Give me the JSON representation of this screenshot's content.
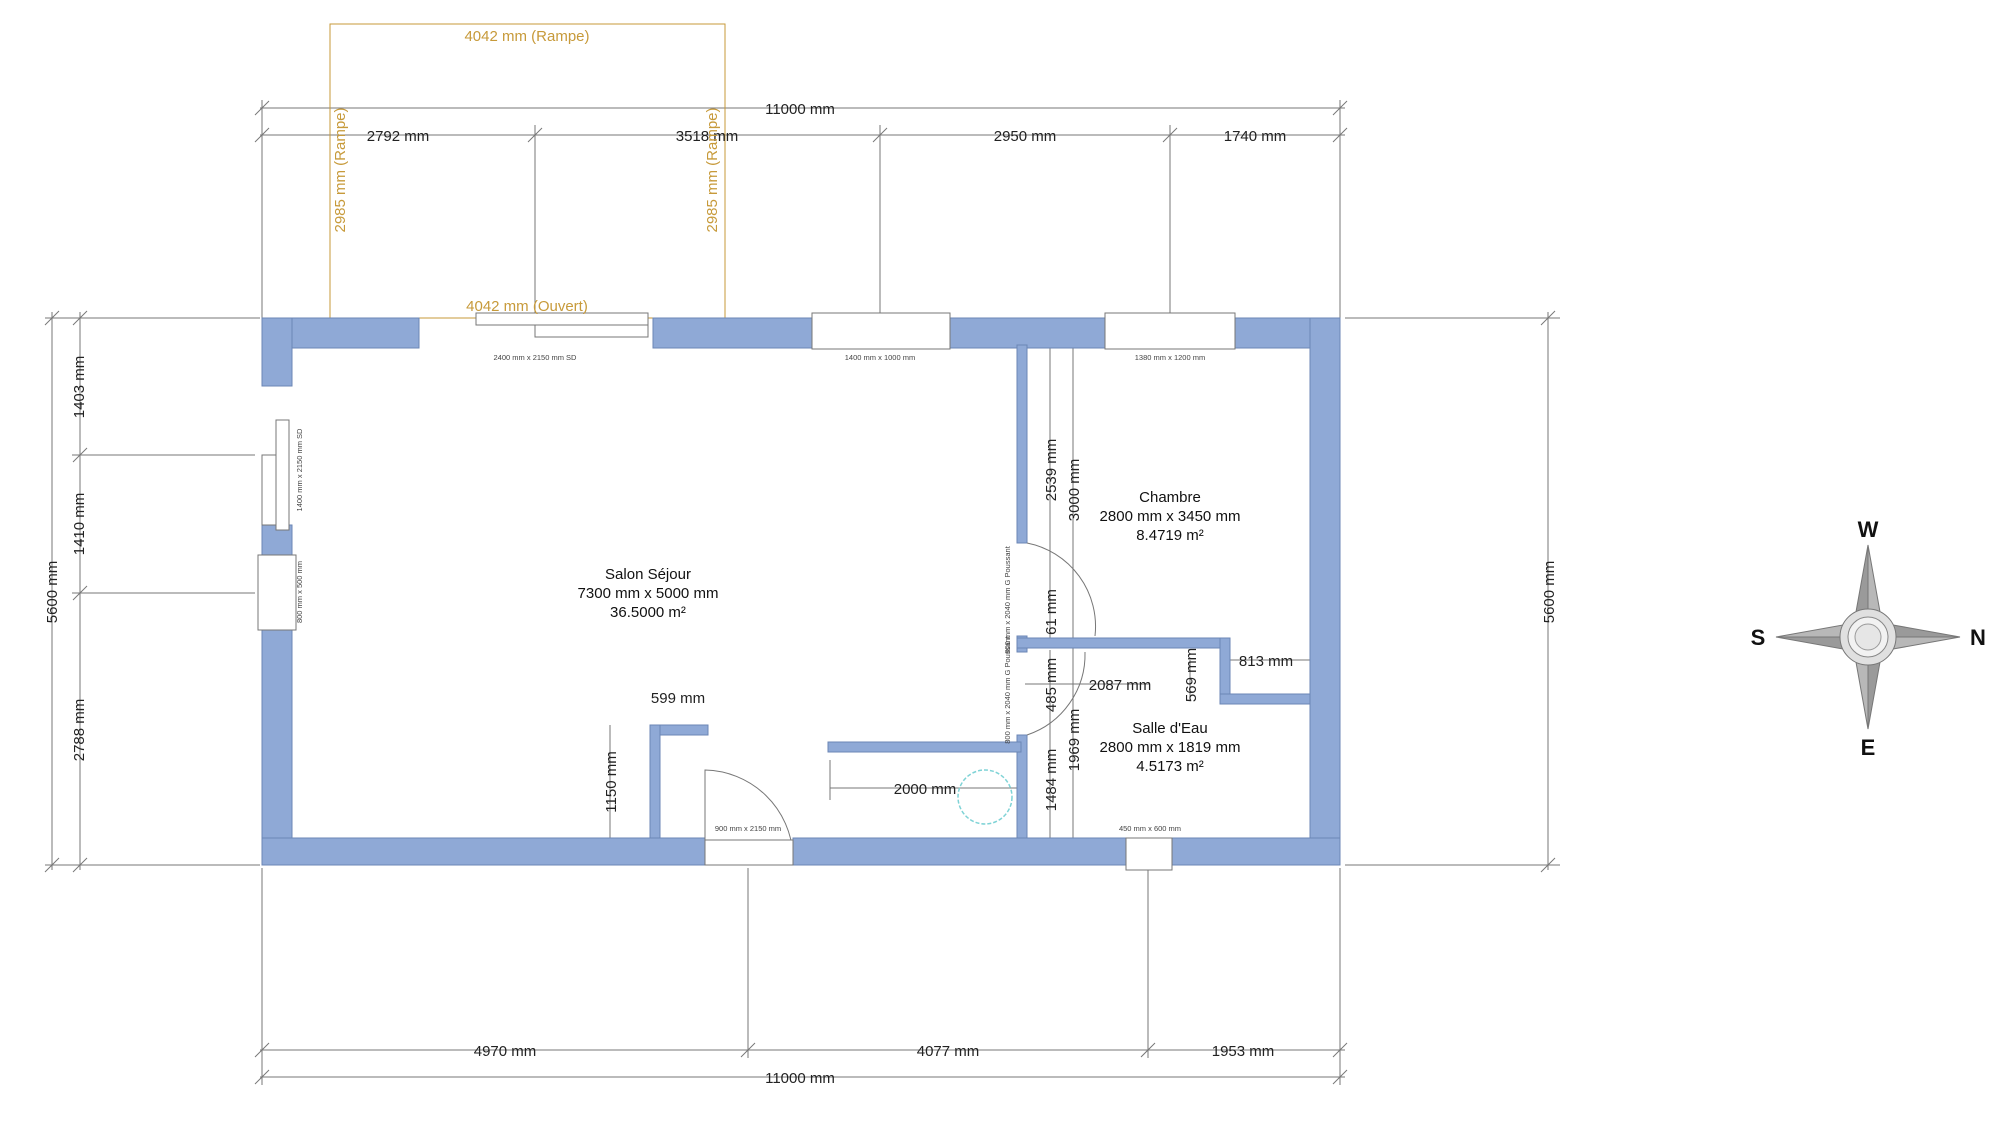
{
  "dimensions": {
    "top_total": "11000 mm",
    "top_seg_1": "2792 mm",
    "top_seg_2": "3518 mm",
    "top_seg_3": "2950 mm",
    "top_seg_4": "1740 mm",
    "bottom_seg_1": "4970 mm",
    "bottom_seg_2": "4077 mm",
    "bottom_seg_3": "1953 mm",
    "bottom_total": "11000 mm",
    "left_total": "5600 mm",
    "left_seg_1": "1403 mm",
    "left_seg_2": "1410 mm",
    "left_seg_3": "2788 mm",
    "right_total": "5600 mm",
    "inner_2539": "2539 mm",
    "inner_3000": "3000 mm",
    "inner_61": "61 mm",
    "inner_485": "485 mm",
    "inner_2087": "2087 mm",
    "inner_569": "569 mm",
    "inner_813": "813 mm",
    "inner_1484": "1484 mm",
    "inner_1969": "1969 mm",
    "inner_599": "599 mm",
    "inner_1150": "1150 mm",
    "inner_2000": "2000 mm"
  },
  "openings": {
    "top_1": "2400 mm x 2150 mm SD",
    "top_2": "1400 mm x 1000 mm",
    "top_3": "1380 mm x 1200 mm",
    "left_1": "1400 mm x 2150 mm SD",
    "left_2": "800 mm x 500 mm",
    "bottom_door": "900 mm x 2150 mm",
    "bottom_window": "450 mm x 600 mm",
    "inner_door_1": "800 mm x 2040 mm G Poussant",
    "inner_door_2": "800 mm x 2040 mm G Poussant"
  },
  "terrace": {
    "top": "4042 mm (Rampe)",
    "bottom": "4042 mm (Ouvert)",
    "left": "2985 mm (Rampe)",
    "right": "2985 mm (Rampe)"
  },
  "rooms": {
    "salon": {
      "name": "Salon Séjour",
      "size": "7300 mm x 5000 mm",
      "area": "36.5000 m²"
    },
    "chambre": {
      "name": "Chambre",
      "size": "2800 mm x 3450 mm",
      "area": "8.4719 m²"
    },
    "salle": {
      "name": "Salle d'Eau",
      "size": "2800 mm x 1819 mm",
      "area": "4.5173 m²"
    }
  },
  "compass": {
    "north": "N",
    "south": "S",
    "east": "E",
    "west": "W"
  },
  "colors": {
    "wall": "#8FA9D6",
    "terrace": "#C79A3A",
    "dimension": "#777777"
  }
}
